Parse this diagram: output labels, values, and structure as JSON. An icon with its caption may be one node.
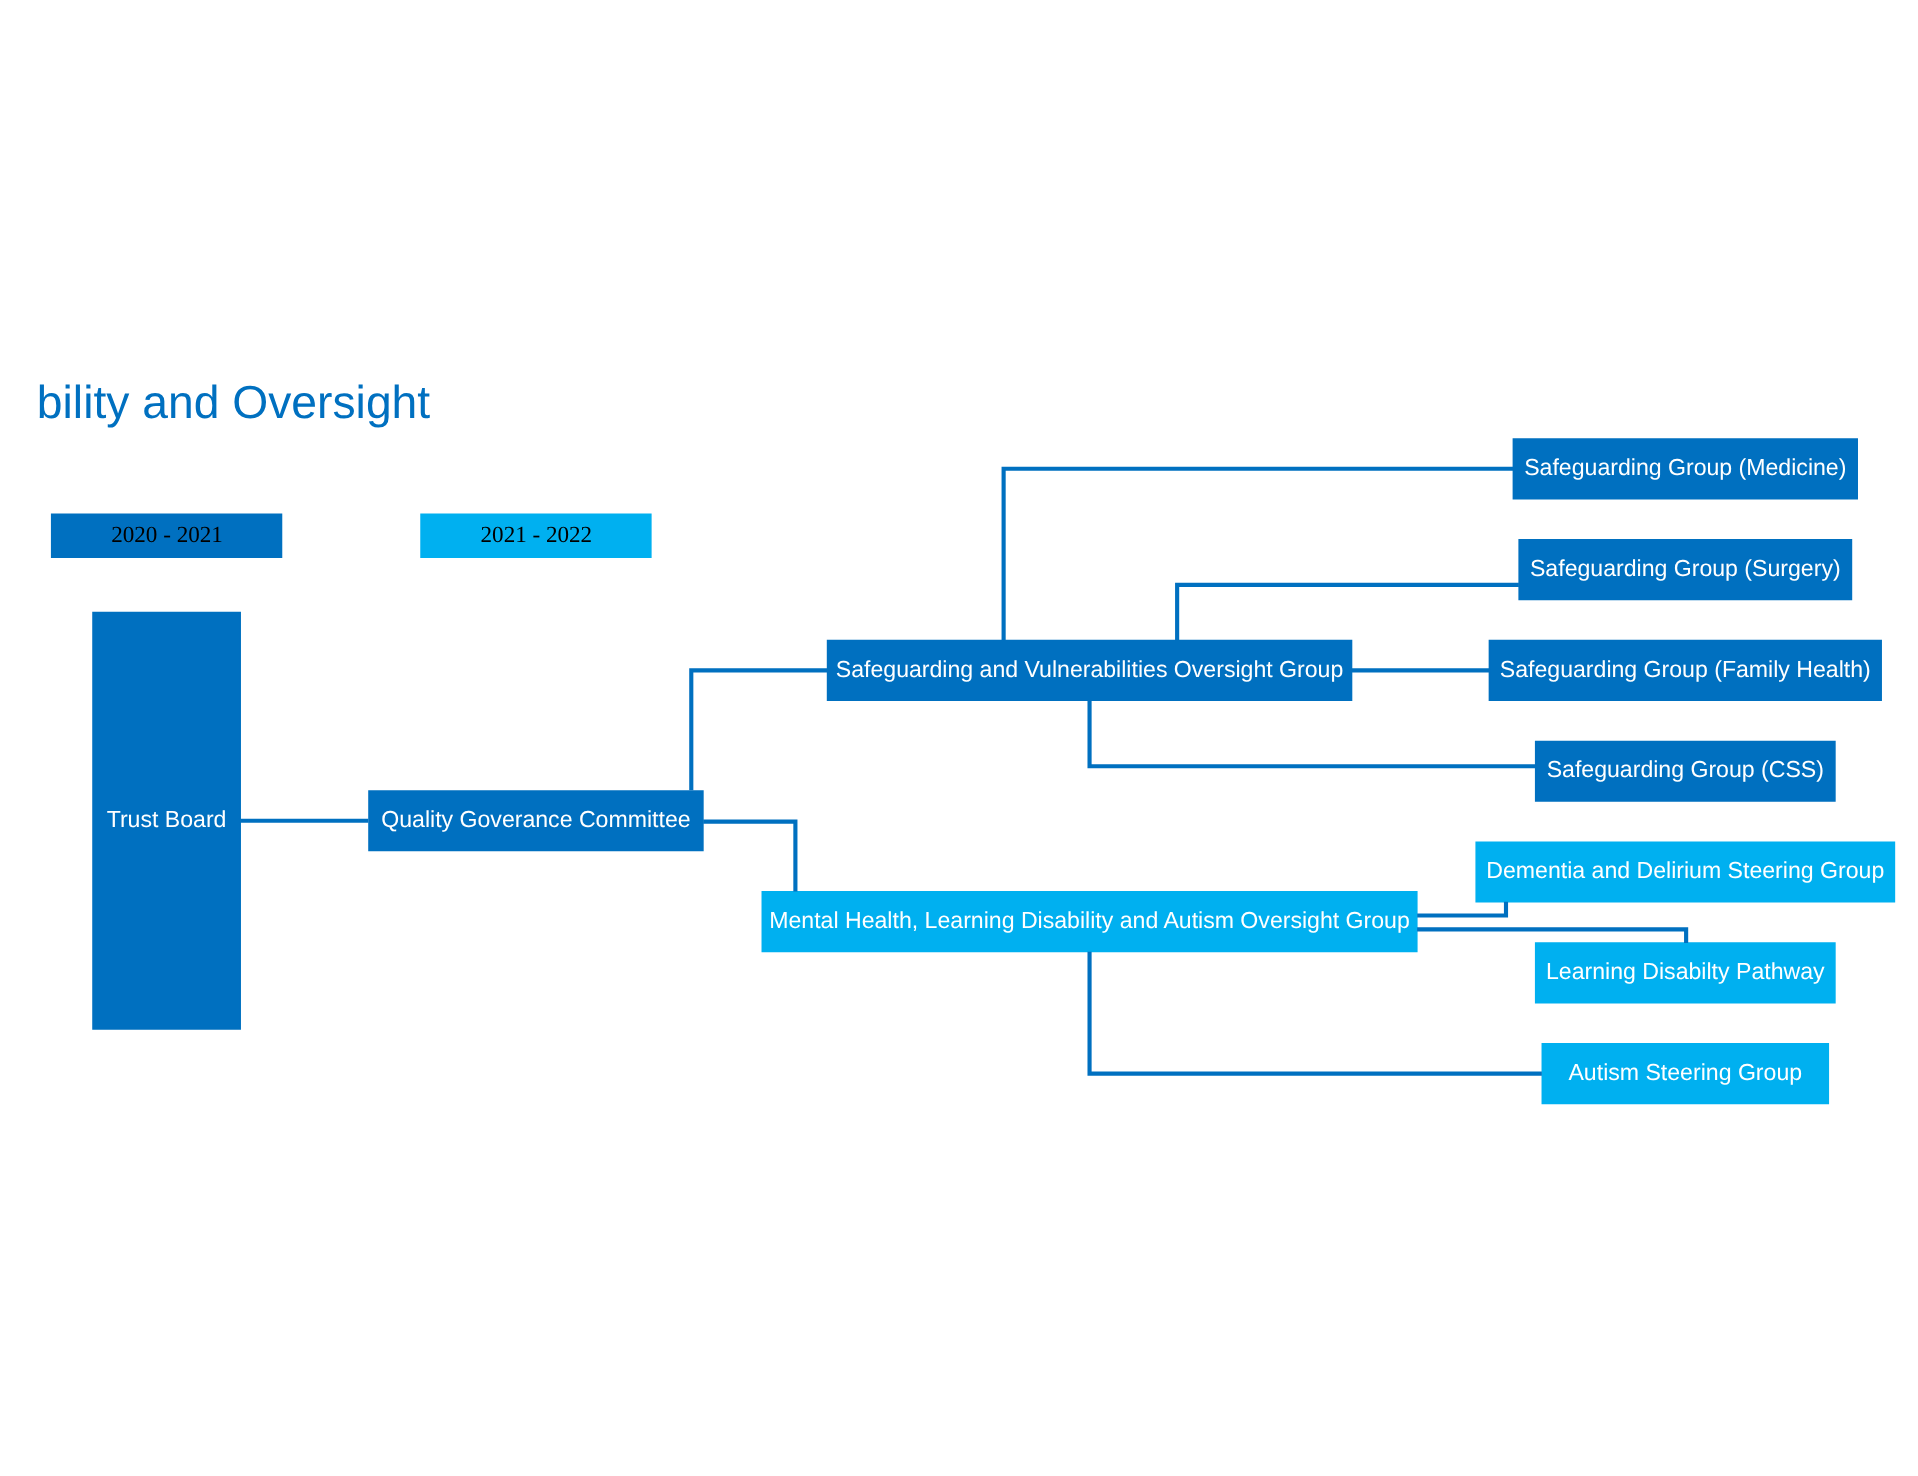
{
  "diagram": {
    "title": "bility and Oversight",
    "nodes": [
      {
        "text": [
          "Trust Board"
        ]
      },
      {
        "text": [
          "Quality Goverance Committee"
        ]
      },
      {
        "text": [
          "Safeguarding and Vulnerabilities Oversight Group"
        ]
      },
      {
        "text": [
          "Mental Health, Learning Disability and Autism Oversight Group"
        ]
      },
      {
        "text": [
          "Safeguarding Group (Medicine)"
        ]
      },
      {
        "text": [
          "Safeguarding Group (Surgery)"
        ]
      },
      {
        "text": [
          "Safeguarding Group (Family Health)"
        ]
      },
      {
        "text": [
          "Safeguarding Group (CSS)"
        ]
      },
      {
        "text": [
          "Dementia and Delirium Steering Group"
        ]
      },
      {
        "text": [
          "Learning Disabilty Pathway"
        ]
      },
      {
        "text": [
          "Autism Steering Group"
        ]
      }
    ],
    "edges": [
      {
        "from": 0,
        "to": 1,
        "arrow": "none"
      },
      {
        "from": 1,
        "to": 2,
        "arrow": "none"
      },
      {
        "from": 1,
        "to": 3,
        "arrow": "none"
      },
      {
        "from": 2,
        "to": 4,
        "arrow": "none"
      },
      {
        "from": 2,
        "to": 5,
        "arrow": "none"
      },
      {
        "from": 2,
        "to": 6,
        "arrow": "none"
      },
      {
        "from": 2,
        "to": 7,
        "arrow": "none"
      },
      {
        "from": 3,
        "to": 8,
        "arrow": "none"
      },
      {
        "from": 3,
        "to": 9,
        "arrow": "none"
      },
      {
        "from": 3,
        "to": 10,
        "arrow": "none"
      }
    ],
    "legend": [
      {
        "text": "2020 - 2021",
        "color": "#0070c0"
      },
      {
        "text": "2021 - 2022",
        "color": "#00b0f0"
      }
    ]
  }
}
